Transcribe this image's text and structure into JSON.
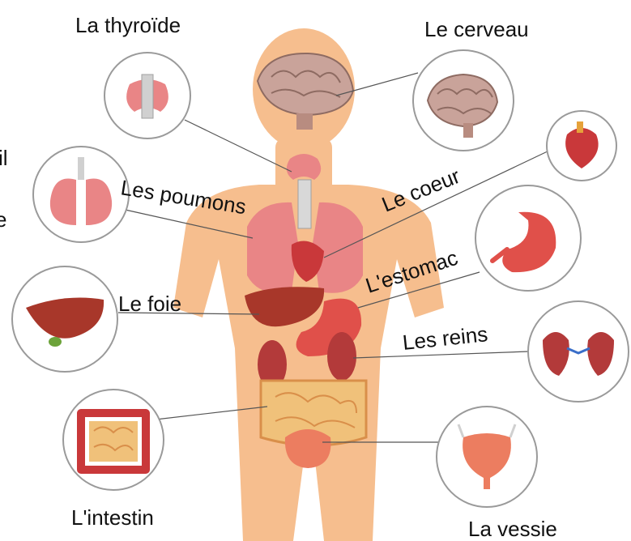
{
  "labels": {
    "thyroid": "La thyroïde",
    "brain": "Le cerveau",
    "lungs": "Les poumons",
    "heart": "Le coeur",
    "liver": "Le foie",
    "stomach": "L'estomac",
    "kidneys": "Les reins",
    "intestine": "L'intestin",
    "bladder": "La vessie",
    "edge_fragment_1": "il",
    "edge_fragment_2": "e"
  },
  "colors": {
    "body": "#f6be8e",
    "organ_red": "#c9383a",
    "organ_pink": "#e98586",
    "liver": "#a8372a",
    "intestine": "#f0c17a",
    "brain": "#c9a39a",
    "circle_border": "#9a9a9a"
  },
  "icons": [
    "brain-icon",
    "thyroid-icon",
    "lungs-icon",
    "heart-icon",
    "liver-icon",
    "stomach-icon",
    "kidneys-icon",
    "intestine-icon",
    "bladder-icon",
    "human-body-icon"
  ]
}
